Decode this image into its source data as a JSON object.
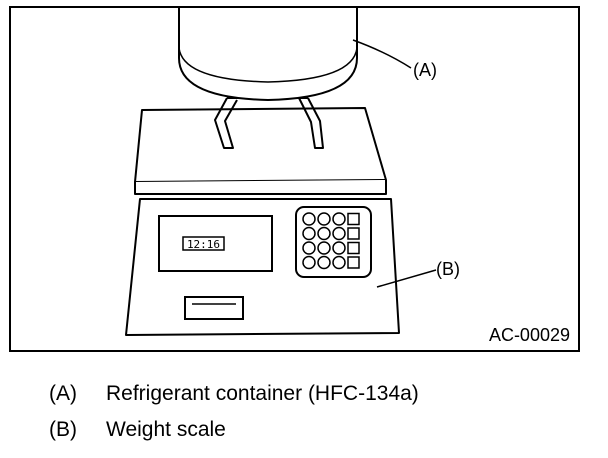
{
  "figure": {
    "figure_id": "AC-00029",
    "display_reading": "12:16",
    "callouts": [
      {
        "key": "(A)",
        "target": "container"
      },
      {
        "key": "(B)",
        "target": "scale"
      }
    ]
  },
  "legend": [
    {
      "key": "(A)",
      "description": "Refrigerant container (HFC-134a)"
    },
    {
      "key": "(B)",
      "description": "Weight scale"
    }
  ]
}
